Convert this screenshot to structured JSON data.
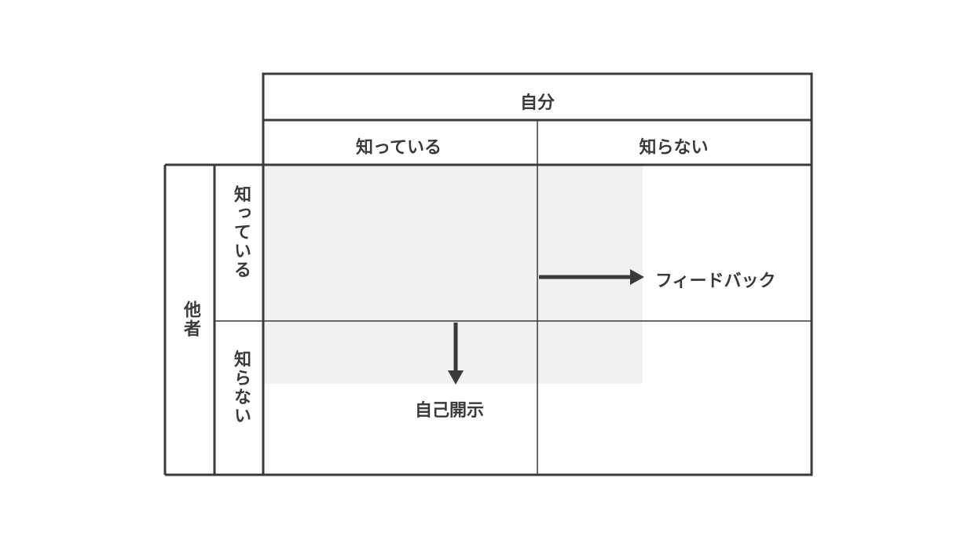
{
  "header": {
    "self": "自分",
    "self_known": "知っている",
    "self_unknown": "知らない"
  },
  "side": {
    "others": "他者",
    "others_known": "知っている",
    "others_unknown": "知らない"
  },
  "arrows": {
    "feedback": "フィードバック",
    "self_disclosure": "自己開示"
  },
  "colors": {
    "line": "#3a3a3a",
    "text": "#3a3a3a",
    "shade": "#f1f1f1",
    "background": "#ffffff"
  }
}
